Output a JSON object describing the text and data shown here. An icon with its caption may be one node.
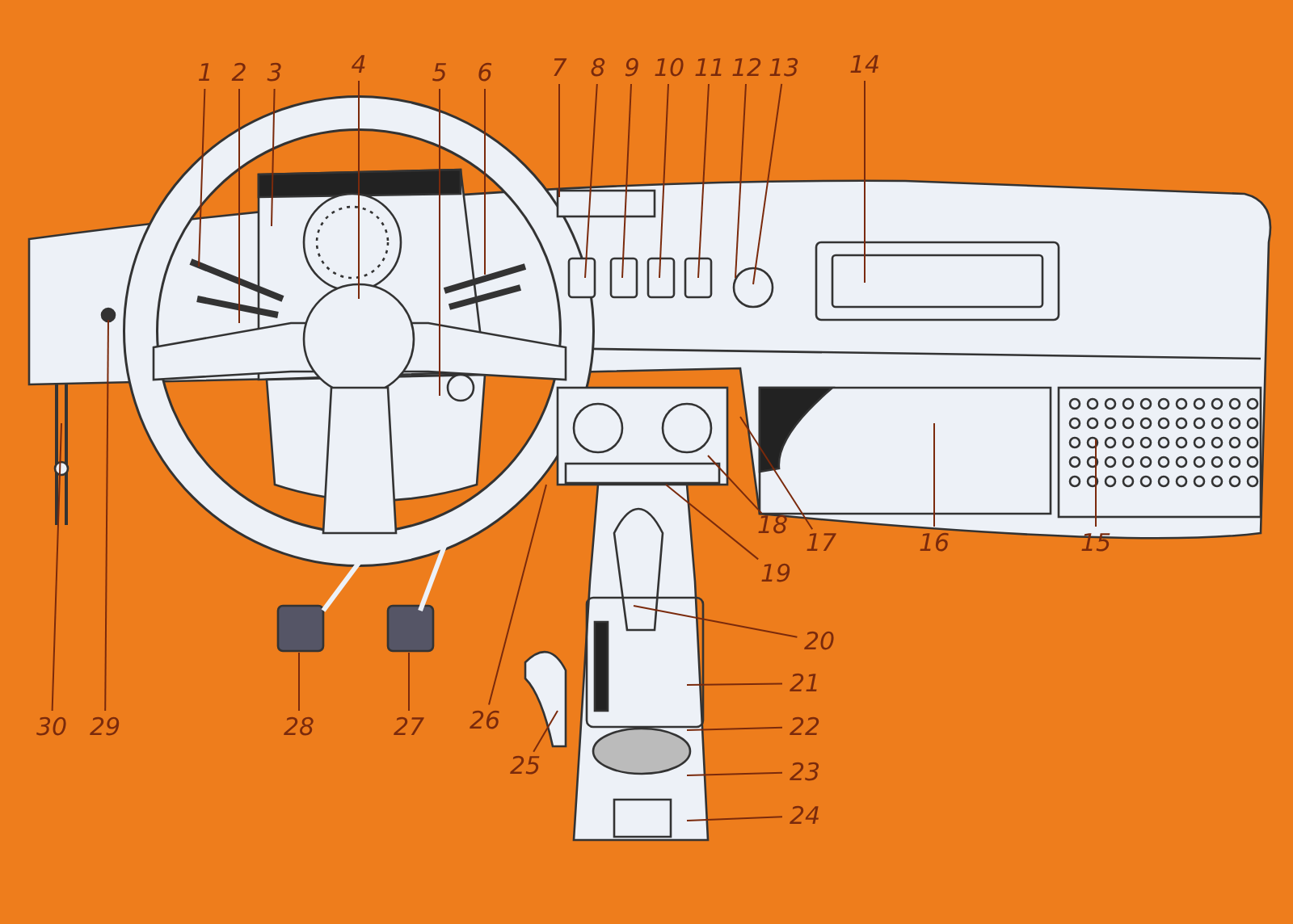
{
  "diagram": {
    "nodes": [
      {
        "text": [
          "1"
        ]
      },
      {
        "text": [
          "2"
        ]
      },
      {
        "text": [
          "3"
        ]
      },
      {
        "text": [
          "4"
        ]
      },
      {
        "text": [
          "5"
        ]
      },
      {
        "text": [
          "6"
        ]
      },
      {
        "text": [
          "7"
        ]
      },
      {
        "text": [
          "8"
        ]
      },
      {
        "text": [
          "9"
        ]
      },
      {
        "text": [
          "10"
        ]
      },
      {
        "text": [
          "11"
        ]
      },
      {
        "text": [
          "12"
        ]
      },
      {
        "text": [
          "13"
        ]
      },
      {
        "text": [
          "14"
        ]
      },
      {
        "text": [
          "15"
        ]
      },
      {
        "text": [
          "16"
        ]
      },
      {
        "text": [
          "17"
        ]
      },
      {
        "text": [
          "18"
        ]
      },
      {
        "text": [
          "19"
        ]
      },
      {
        "text": [
          "20"
        ]
      },
      {
        "text": [
          "21"
        ]
      },
      {
        "text": [
          "22"
        ]
      },
      {
        "text": [
          "23"
        ]
      },
      {
        "text": [
          "24"
        ]
      },
      {
        "text": [
          "25"
        ]
      },
      {
        "text": [
          "26"
        ]
      },
      {
        "text": [
          "27"
        ]
      },
      {
        "text": [
          "28"
        ]
      },
      {
        "text": [
          "29"
        ]
      },
      {
        "text": [
          "30"
        ]
      }
    ],
    "edges": [
      {
        "from": 0,
        "to": null,
        "arrow": "none"
      },
      {
        "from": 1,
        "to": null,
        "arrow": "none"
      },
      {
        "from": 2,
        "to": null,
        "arrow": "none"
      },
      {
        "from": 3,
        "to": null,
        "arrow": "none"
      },
      {
        "from": 4,
        "to": null,
        "arrow": "none"
      },
      {
        "from": 5,
        "to": null,
        "arrow": "none"
      },
      {
        "from": 6,
        "to": null,
        "arrow": "none"
      },
      {
        "from": 7,
        "to": null,
        "arrow": "none"
      },
      {
        "from": 8,
        "to": null,
        "arrow": "none"
      },
      {
        "from": 9,
        "to": null,
        "arrow": "none"
      },
      {
        "from": 10,
        "to": null,
        "arrow": "none"
      },
      {
        "from": 11,
        "to": null,
        "arrow": "none"
      },
      {
        "from": 12,
        "to": null,
        "arrow": "none"
      },
      {
        "from": 13,
        "to": null,
        "arrow": "none"
      },
      {
        "from": 14,
        "to": null,
        "arrow": "none"
      },
      {
        "from": 15,
        "to": null,
        "arrow": "none"
      },
      {
        "from": 16,
        "to": null,
        "arrow": "none"
      },
      {
        "from": 17,
        "to": null,
        "arrow": "none"
      },
      {
        "from": 18,
        "to": null,
        "arrow": "none"
      },
      {
        "from": 19,
        "to": null,
        "arrow": "none"
      },
      {
        "from": 20,
        "to": null,
        "arrow": "none"
      },
      {
        "from": 21,
        "to": null,
        "arrow": "none"
      },
      {
        "from": 22,
        "to": null,
        "arrow": "none"
      },
      {
        "from": 23,
        "to": null,
        "arrow": "none"
      },
      {
        "from": 24,
        "to": null,
        "arrow": "none"
      },
      {
        "from": 25,
        "to": null,
        "arrow": "none"
      },
      {
        "from": 26,
        "to": null,
        "arrow": "none"
      },
      {
        "from": 27,
        "to": null,
        "arrow": "none"
      },
      {
        "from": 28,
        "to": null,
        "arrow": "none"
      },
      {
        "from": 29,
        "to": null,
        "arrow": "none"
      }
    ]
  }
}
